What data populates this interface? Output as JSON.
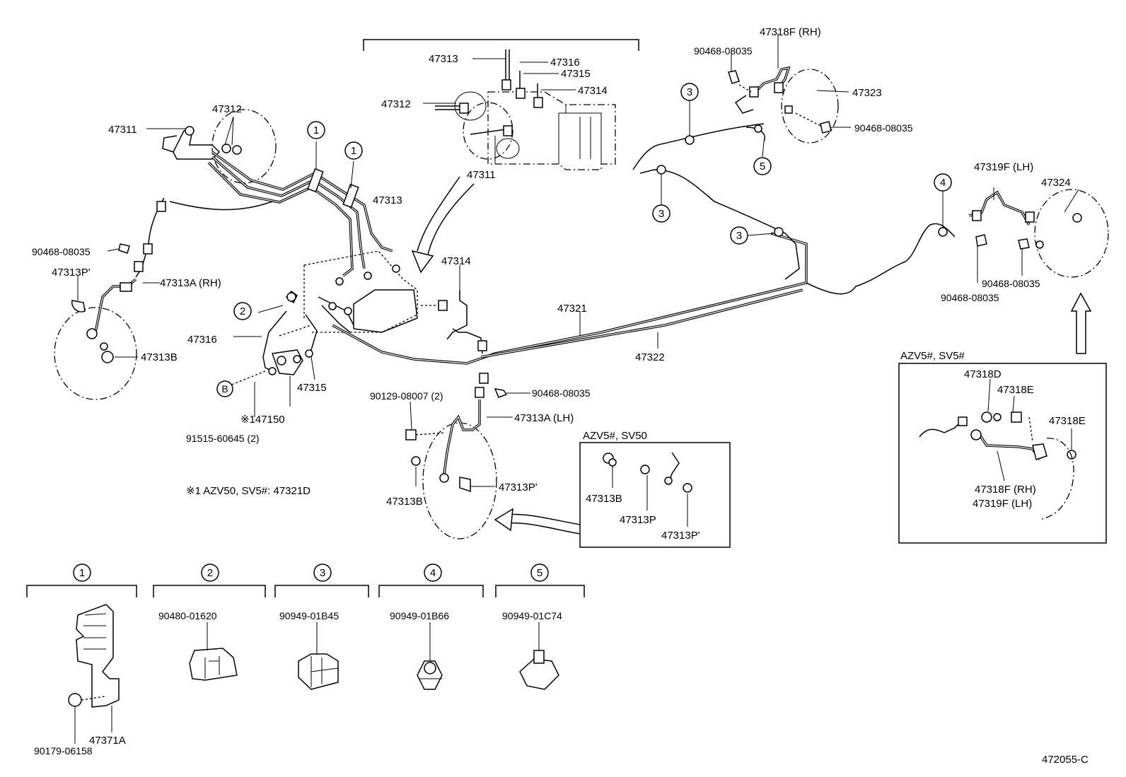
{
  "diagram_code": "472055-C",
  "footnote": "※1 AZV50, SV5#: 47321D",
  "inset_labels": {
    "azv5_sv50": "AZV5#, SV50",
    "azv5_sv5": "AZV5#, SV5#"
  },
  "callouts": [
    "1",
    "2",
    "3",
    "4",
    "5"
  ],
  "callout_b": "B",
  "parts": {
    "p47311a": "47311",
    "p47312a": "47312",
    "p47311b": "47311",
    "p47312b": "47312",
    "p47313a": "47313",
    "p47313b": "47313",
    "p47316a": "47316",
    "p47315a": "47315",
    "p47314a": "47314",
    "p47314b": "47314",
    "p47316b": "47316",
    "p47315b": "47315",
    "p47147150": "※147150",
    "p91515": "91515-60645 (2)",
    "p90468a": "90468-08035",
    "p47313p1": "47313P'",
    "p47313a_rh": "47313A (RH)",
    "p47313b1": "47313B",
    "p47321": "47321",
    "p47322": "47322",
    "p90129": "90129-08007 (2)",
    "p90468b": "90468-08035",
    "p47313a_lh": "47313A (LH)",
    "p47313b2": "47313B",
    "p47313p2": "47313P'",
    "p47318f_rh": "47318F (RH)",
    "p90468c": "90468-08035",
    "p47323": "47323",
    "p90468d": "90468-08035",
    "p47319f_lh": "47319F (LH)",
    "p47324": "47324",
    "p90468e": "90468-08035",
    "p90468f": "90468-08035",
    "s_47313b": "47313B",
    "s_47313p": "47313P",
    "s_47313p1": "47313P'",
    "r_47318d": "47318D",
    "r_47318e1": "47318E",
    "r_47318e2": "47318E",
    "r_47318f_rh": "47318F (RH)",
    "r_47319f_lh": "47319F (LH)",
    "k_90479": "90179-06158",
    "k_47371a": "47371A",
    "k_90480": "90480-01620",
    "k_90949a": "90949-01B45",
    "k_90949b": "90949-01B66",
    "k_90949c": "90949-01C74"
  }
}
